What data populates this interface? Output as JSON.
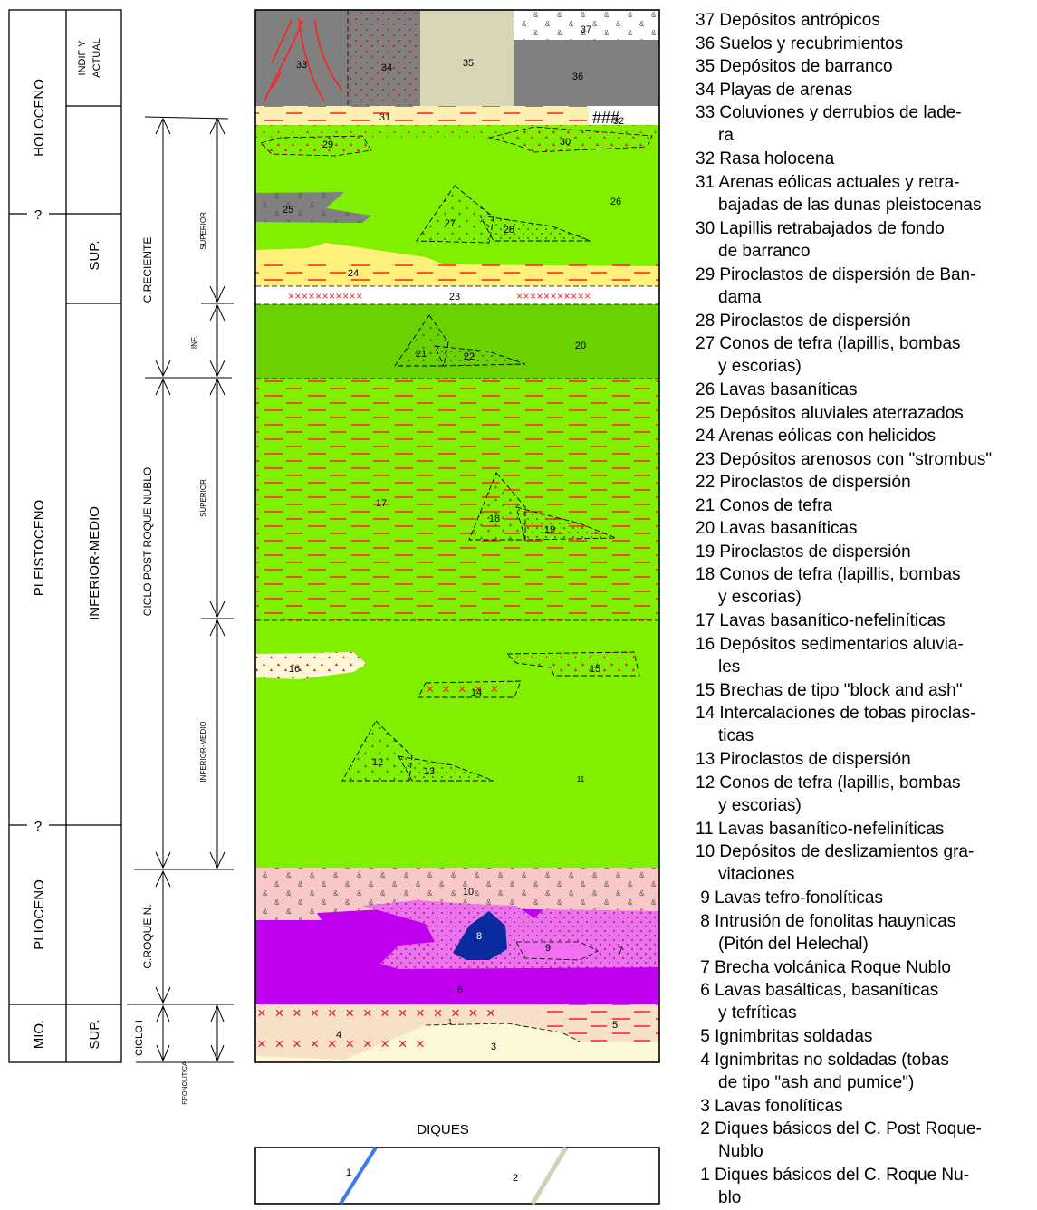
{
  "strat_column": {
    "epochs": [
      "HOLOCENO",
      "PLEISTOCENO",
      "PLIOCENO",
      "MIO."
    ],
    "subdivisions": [
      "INDIF Y",
      "ACTUAL",
      "SUP.",
      "INFERIOR-MEDIO",
      "SUP."
    ],
    "uncertainty_marks": [
      "?",
      "?"
    ],
    "cycles": [
      "C.RECIENTE",
      "CICLO POST ROQUE NUBLO",
      "C.ROQUE N.",
      "CICLO I",
      "F.FONOLITICA"
    ],
    "subcycles": [
      "SUPERIOR",
      "INF.",
      "SUPERIOR",
      "INFERIOR-MEDIO"
    ]
  },
  "unit_labels": [
    "37",
    "36",
    "35",
    "34",
    "33",
    "31",
    "32",
    "30",
    "29",
    "26",
    "25",
    "27",
    "28",
    "24",
    "23",
    "20",
    "21",
    "22",
    "17",
    "18",
    "19",
    "16",
    "15",
    "14",
    "12",
    "13",
    "11",
    "10",
    "8",
    "9",
    "7",
    "6",
    "5",
    "4",
    "3",
    "1"
  ],
  "dikes": {
    "title": "DIQUES",
    "labels": [
      "1",
      "2"
    ]
  },
  "legend": [
    {
      "num": "37",
      "lines": [
        "Depósitos antrópicos"
      ]
    },
    {
      "num": "36",
      "lines": [
        "Suelos y recubrimientos"
      ]
    },
    {
      "num": "35",
      "lines": [
        "Depósitos de barranco"
      ]
    },
    {
      "num": "34",
      "lines": [
        "Playas de arenas"
      ]
    },
    {
      "num": "33",
      "lines": [
        "Coluviones y derrubios de lade-",
        "ra"
      ]
    },
    {
      "num": "32",
      "lines": [
        "Rasa holocena"
      ]
    },
    {
      "num": "31",
      "lines": [
        "Arenas eólicas actuales y retra-",
        "bajadas de las dunas pleistocenas"
      ]
    },
    {
      "num": "30",
      "lines": [
        "Lapillis retrabajados de fondo",
        "de barranco"
      ]
    },
    {
      "num": "29",
      "lines": [
        "Piroclastos de dispersión de Ban-",
        "dama"
      ]
    },
    {
      "num": "28",
      "lines": [
        "Piroclastos de dispersión"
      ]
    },
    {
      "num": "27",
      "lines": [
        "Conos de tefra (lapillis, bombas",
        "y escorias)"
      ]
    },
    {
      "num": "26",
      "lines": [
        "Lavas basaníticas"
      ]
    },
    {
      "num": "25",
      "lines": [
        "Depósitos aluviales aterrazados"
      ]
    },
    {
      "num": "24",
      "lines": [
        "Arenas eólicas con helicidos"
      ]
    },
    {
      "num": "23",
      "lines": [
        "Depósitos arenosos con \"strombus\""
      ]
    },
    {
      "num": "22",
      "lines": [
        "Piroclastos de dispersión"
      ]
    },
    {
      "num": "21",
      "lines": [
        "Conos de tefra"
      ]
    },
    {
      "num": "20",
      "lines": [
        "Lavas basaníticas"
      ]
    },
    {
      "num": "19",
      "lines": [
        "Piroclastos de dispersión"
      ]
    },
    {
      "num": "18",
      "lines": [
        "Conos de tefra (lapillis, bombas",
        "y escorias)"
      ]
    },
    {
      "num": "17",
      "lines": [
        "Lavas basanítico-nefeliníticas"
      ]
    },
    {
      "num": "16",
      "lines": [
        "Depósitos sedimentarios aluvia-",
        "les"
      ]
    },
    {
      "num": "15",
      "lines": [
        "Brechas de tipo \"block and ash\""
      ]
    },
    {
      "num": "14",
      "lines": [
        "Intercalaciones de tobas piroclas-",
        "ticas"
      ]
    },
    {
      "num": "13",
      "lines": [
        "Piroclastos de dispersión"
      ]
    },
    {
      "num": "12",
      "lines": [
        "Conos de tefra (lapillis, bombas",
        "y escorias)"
      ]
    },
    {
      "num": "11",
      "lines": [
        "Lavas basanítico-nefeliníticas"
      ]
    },
    {
      "num": "10",
      "lines": [
        "Depósitos de deslizamientos gra-",
        "vitaciones"
      ]
    },
    {
      "num": "9",
      "lines": [
        "Lavas tefro-fonolíticas"
      ]
    },
    {
      "num": "8",
      "lines": [
        "Intrusión de fonolitas hauynicas",
        "(Pitón del Helechal)"
      ]
    },
    {
      "num": "7",
      "lines": [
        "Brecha volcánica Roque Nublo"
      ]
    },
    {
      "num": "6",
      "lines": [
        "Lavas basálticas, basaníticas",
        "y tefríticas"
      ]
    },
    {
      "num": "5",
      "lines": [
        "Ignimbritas soldadas"
      ]
    },
    {
      "num": "4",
      "lines": [
        "Ignimbritas no soldadas (tobas",
        "de tipo \"ash and pumice\")"
      ]
    },
    {
      "num": "3",
      "lines": [
        "Lavas fonolíticas"
      ]
    },
    {
      "num": "2",
      "lines": [
        "Diques básicos del C. Post Roque-",
        "Nublo"
      ]
    },
    {
      "num": "1",
      "lines": [
        "Diques básicos del C. Roque Nu-",
        "blo"
      ]
    }
  ],
  "colors": {
    "lava_green": "#80f000",
    "lava_dark_green": "#6ad200",
    "gray": "#808080",
    "beige": "#d8d6b5",
    "cream": "#fcf8d8",
    "sand_yellow": "#fff07a",
    "pink_light": "#f8c8c8",
    "magenta": "#c000f0",
    "pink_magenta": "#f070f0",
    "intrusion_blue": "#0a2aa0",
    "red_dash": "#ff2020",
    "dike_blue": "#3f7ae8",
    "dike_gray": "#d2d0b5"
  }
}
